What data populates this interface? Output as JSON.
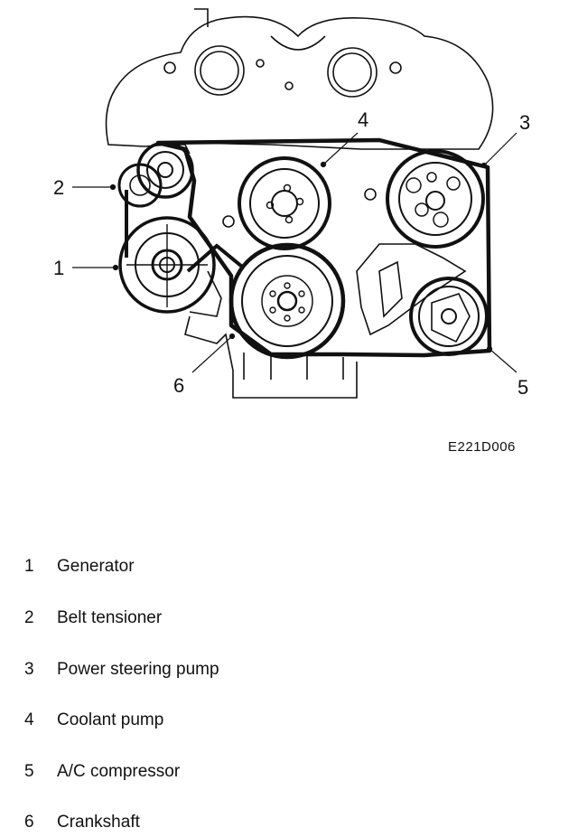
{
  "figure_code": "E221D006",
  "callouts": [
    "1",
    "2",
    "3",
    "4",
    "5",
    "6"
  ],
  "legend": [
    {
      "num": "1",
      "text": "Generator"
    },
    {
      "num": "2",
      "text": "Belt tensioner"
    },
    {
      "num": "3",
      "text": "Power steering pump"
    },
    {
      "num": "4",
      "text": "Coolant pump"
    },
    {
      "num": "5",
      "text": "A/C compressor"
    },
    {
      "num": "6",
      "text": "Crankshaft"
    }
  ]
}
